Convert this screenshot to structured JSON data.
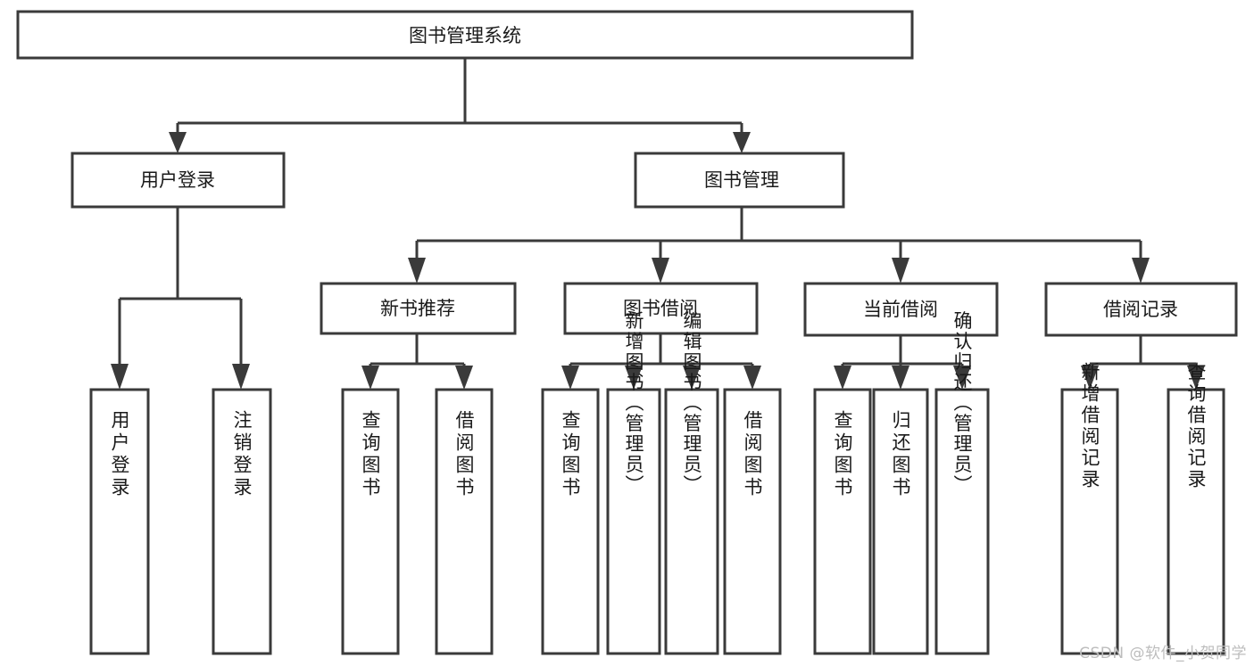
{
  "diagram": {
    "title": "图书管理系统",
    "type": "hierarchy-tree",
    "root": {
      "id": "root",
      "label": "图书管理系统"
    },
    "level1": [
      {
        "id": "user-login",
        "label": "用户登录"
      },
      {
        "id": "book-management",
        "label": "图书管理"
      }
    ],
    "level2": [
      {
        "id": "new-book-recommend",
        "label": "新书推荐",
        "parent": "book-management"
      },
      {
        "id": "book-borrow",
        "label": "图书借阅",
        "parent": "book-management"
      },
      {
        "id": "current-borrow",
        "label": "当前借阅",
        "parent": "book-management"
      },
      {
        "id": "borrow-record",
        "label": "借阅记录",
        "parent": "book-management"
      }
    ],
    "leaves": {
      "user-login": [
        {
          "id": "leaf-user-login",
          "label": "用户登录"
        },
        {
          "id": "leaf-logout-login",
          "label": "注销登录"
        }
      ],
      "new-book-recommend": [
        {
          "id": "leaf-query-book-1",
          "label": "查询图书"
        },
        {
          "id": "leaf-borrow-book-1",
          "label": "借阅图书"
        }
      ],
      "book-borrow": [
        {
          "id": "leaf-query-book-2",
          "label": "查询图书"
        },
        {
          "id": "leaf-add-book",
          "label": "新增图书（管理员）"
        },
        {
          "id": "leaf-edit-book",
          "label": "编辑图书（管理员）"
        },
        {
          "id": "leaf-borrow-book-2",
          "label": "借阅图书"
        }
      ],
      "current-borrow": [
        {
          "id": "leaf-query-book-3",
          "label": "查询图书"
        },
        {
          "id": "leaf-return-book",
          "label": "归还图书"
        },
        {
          "id": "leaf-confirm-return",
          "label": "确认归还（管理员）"
        }
      ],
      "borrow-record": [
        {
          "id": "leaf-add-record",
          "label": "新增借阅记录"
        },
        {
          "id": "leaf-query-record",
          "label": "查询借阅记录"
        }
      ]
    }
  },
  "watermark": {
    "text": "CSDN @软件_小贺同学"
  },
  "colors": {
    "stroke": "#3a3a3a",
    "box_fill": "#ffffff",
    "text": "#1a1a1a",
    "background": "#ffffff",
    "watermark": "#bdbdbd"
  }
}
